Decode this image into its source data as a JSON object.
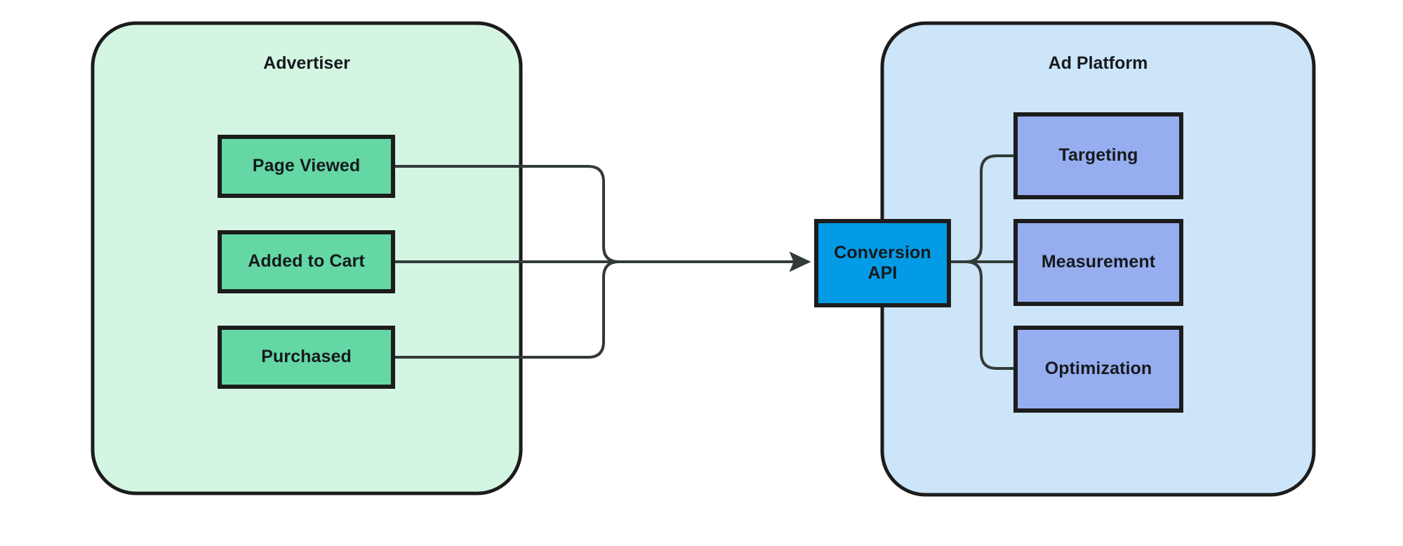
{
  "diagram": {
    "type": "flowchart",
    "groups": [
      {
        "id": "advertiser",
        "title": "Advertiser",
        "fill": "#d5f5e3",
        "stroke": "#1c1c1c",
        "nodes": [
          {
            "id": "page-viewed",
            "label": "Page Viewed",
            "fill": "#64d7a4",
            "stroke": "#1c1c1c"
          },
          {
            "id": "added-to-cart",
            "label": "Added to Cart",
            "fill": "#64d7a4",
            "stroke": "#1c1c1c"
          },
          {
            "id": "purchased",
            "label": "Purchased",
            "fill": "#64d7a4",
            "stroke": "#1c1c1c"
          }
        ]
      },
      {
        "id": "ad-platform",
        "title": "Ad Platform",
        "fill": "#cce5f9",
        "stroke": "#1c1c1c",
        "nodes": [
          {
            "id": "targeting",
            "label": "Targeting",
            "fill": "#96aeef",
            "stroke": "#1c1c1c"
          },
          {
            "id": "measurement",
            "label": "Measurement",
            "fill": "#96aeef",
            "stroke": "#1c1c1c"
          },
          {
            "id": "optimization",
            "label": "Optimization",
            "fill": "#96aeef",
            "stroke": "#1c1c1c"
          }
        ]
      }
    ],
    "bridge": {
      "id": "conversion-api",
      "label_line1": "Conversion",
      "label_line2": "API",
      "fill": "#039be5",
      "stroke": "#1c1c1c"
    },
    "connectors": {
      "stroke": "#333b38",
      "width": 4,
      "arrow": "solid-triangle",
      "edges": [
        {
          "from": "page-viewed",
          "to": "conversion-api",
          "arrow": true
        },
        {
          "from": "added-to-cart",
          "to": "conversion-api",
          "arrow": true
        },
        {
          "from": "purchased",
          "to": "conversion-api",
          "arrow": true
        },
        {
          "from": "conversion-api",
          "to": "targeting",
          "arrow": false
        },
        {
          "from": "conversion-api",
          "to": "measurement",
          "arrow": false
        },
        {
          "from": "conversion-api",
          "to": "optimization",
          "arrow": false
        }
      ]
    },
    "background": "#ffffff"
  }
}
